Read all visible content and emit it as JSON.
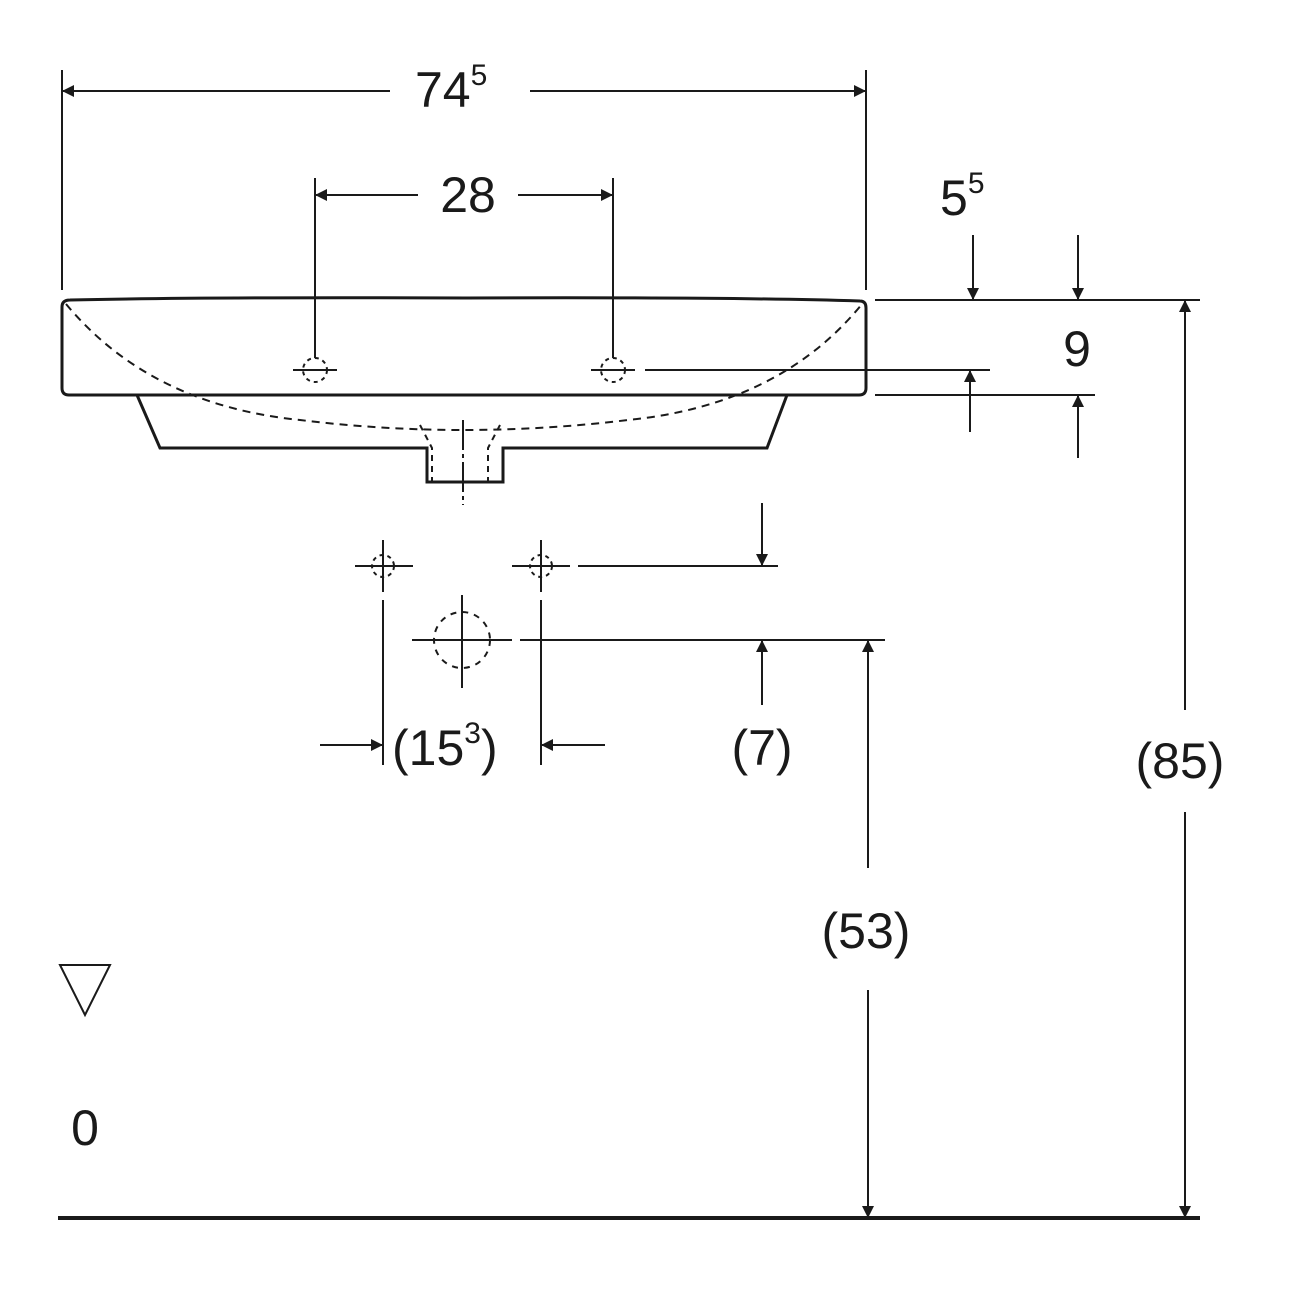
{
  "drawing": {
    "colors": {
      "line": "#1a1a1a",
      "background": "#ffffff"
    },
    "dimensions": {
      "overall_width": {
        "base": "74",
        "sup": "5"
      },
      "tap_hole_spacing": {
        "base": "28",
        "sup": ""
      },
      "tap_hole_offset": {
        "base": "5",
        "sup": "5"
      },
      "rim_height": {
        "base": "9",
        "sup": ""
      },
      "supply_spacing": {
        "open": "(",
        "base": "15",
        "sup": "3",
        "close": ")"
      },
      "supply_offset": {
        "base": "(7)"
      },
      "drain_height": {
        "base": "(53)"
      },
      "rim_floor_height": {
        "base": "(85)"
      },
      "floor_level": {
        "base": "0"
      }
    }
  }
}
